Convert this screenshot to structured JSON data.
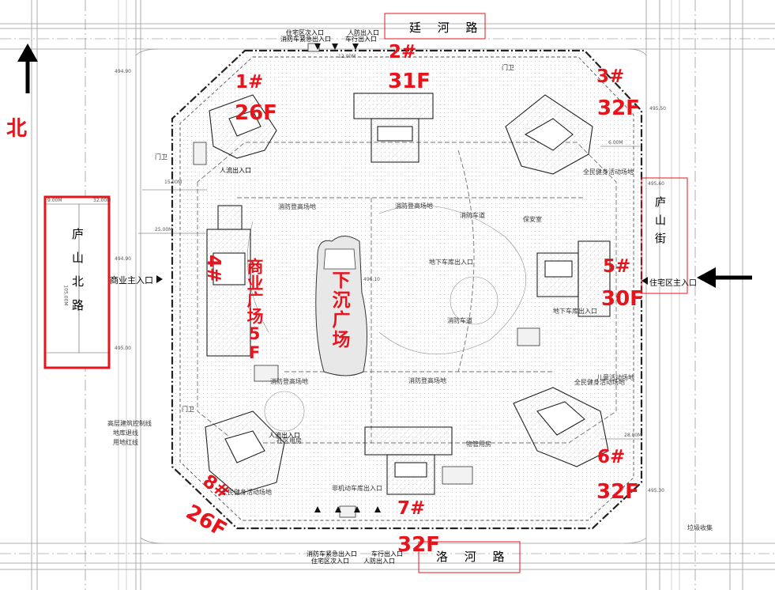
{
  "compass": {
    "north_label": "北"
  },
  "roads": {
    "top": "廷 河 路",
    "bottom": "洛 河 路",
    "left": "庐山北路",
    "right": "庐山街"
  },
  "buildings": [
    {
      "id": "1#",
      "floors": "26F"
    },
    {
      "id": "2#",
      "floors": "31F"
    },
    {
      "id": "3#",
      "floors": "32F"
    },
    {
      "id": "4#",
      "name": "商业广场5F"
    },
    {
      "id": "5#",
      "floors": "30F"
    },
    {
      "id": "6#",
      "floors": "32F"
    },
    {
      "id": "7#",
      "floors": "32F"
    },
    {
      "id": "8#",
      "floors": "26F"
    }
  ],
  "plaza": {
    "name": "下沉广场"
  },
  "entrances": {
    "commercial_main": "商业主入口",
    "residential_main": "住宅区主入口",
    "top_left": "住宅区次入口",
    "top_fire": "消防车紧急出入口",
    "top_people": "人防出入口",
    "top_vehicle": "车行出入口",
    "bottom_fire": "消防车紧急出入口",
    "bottom_vehicle": "车行出入口",
    "bottom_left": "住宅区次入口",
    "bottom_people": "人防出入口",
    "people_in": "人流出入口"
  },
  "annotations": {
    "fire_lane": "消防登高场地",
    "fire_road": "消防车道",
    "green_line": "用地红线",
    "high_control": "高层建筑控制线",
    "retreat": "地库退线",
    "garbage": "垃圾收集",
    "guard": "门卫",
    "ramp": "地下车库出入口",
    "bicycle": "非机动车库出入口",
    "kids": "儿童活动场地",
    "fitness": "全民健身活动场地",
    "security": "保安室",
    "property": "物管用房",
    "community": "社区用房"
  },
  "dims": {
    "road_w_top": "12.00M",
    "road_w_left": "15.00M",
    "setback": "25.00M",
    "left_width": "32.00M",
    "mid_len": "105.00M",
    "dist1": "9.00M",
    "dist2": "28.00M",
    "dist3": "6.00M",
    "elev1": "495.50",
    "elev2": "495.60",
    "elev3": "494.90",
    "elev4": "495.00",
    "elev5": "496.10",
    "elev6": "495.30"
  },
  "colors": {
    "label_red": "#e8141c",
    "line_grey": "#8a8a8a",
    "dark": "#222222",
    "box_red": "#e8141c"
  }
}
